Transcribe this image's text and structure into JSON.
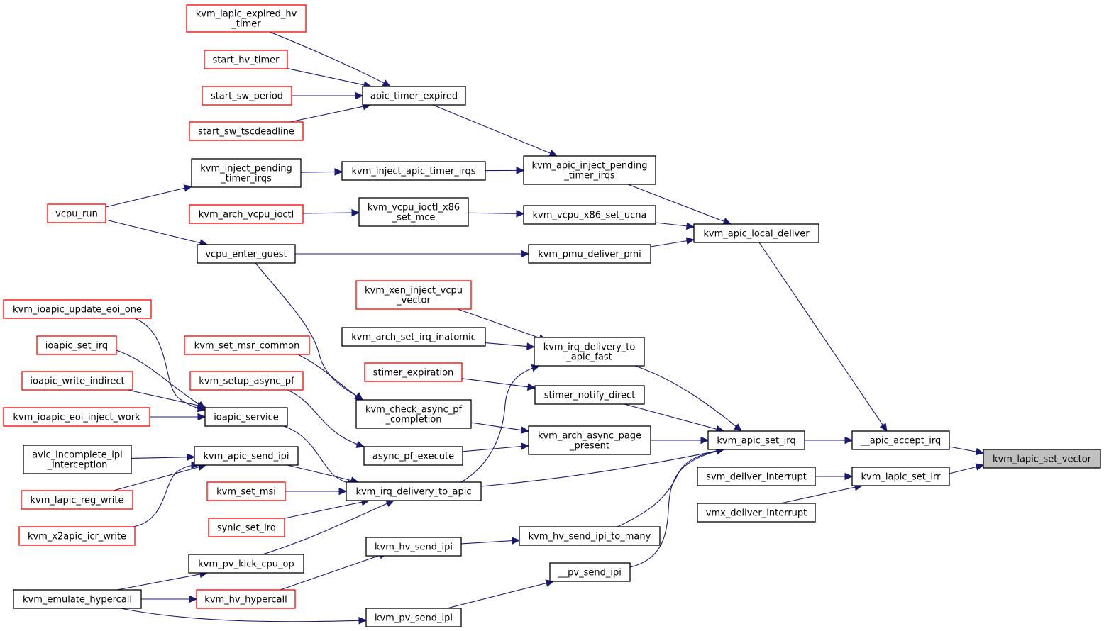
{
  "colors": {
    "edge": "#191970",
    "black_border": "#000000",
    "red_border": "#ff0000",
    "root_fill": "#bfbfbf"
  },
  "nodes": [
    {
      "id": "lapic_expired_hv",
      "lines": [
        "kvm_lapic_expired_hv",
        "_timer"
      ],
      "border": "red"
    },
    {
      "id": "start_hv_timer",
      "lines": [
        "start_hv_timer"
      ],
      "border": "red"
    },
    {
      "id": "start_sw_period",
      "lines": [
        "start_sw_period"
      ],
      "border": "red"
    },
    {
      "id": "start_sw_tscdeadline",
      "lines": [
        "start_sw_tscdeadline"
      ],
      "border": "red"
    },
    {
      "id": "apic_timer_expired",
      "lines": [
        "apic_timer_expired"
      ],
      "border": "black"
    },
    {
      "id": "inject_pending_timer_irqs",
      "lines": [
        "kvm_inject_pending",
        "_timer_irqs"
      ],
      "border": "black"
    },
    {
      "id": "inject_apic_timer_irqs",
      "lines": [
        "kvm_inject_apic_timer_irqs"
      ],
      "border": "black"
    },
    {
      "id": "apic_inject_pending",
      "lines": [
        "kvm_apic_inject_pending",
        "_timer_irqs"
      ],
      "border": "black"
    },
    {
      "id": "vcpu_run",
      "lines": [
        "vcpu_run"
      ],
      "border": "red"
    },
    {
      "id": "arch_vcpu_ioctl",
      "lines": [
        "kvm_arch_vcpu_ioctl"
      ],
      "border": "red"
    },
    {
      "id": "vcpu_ioctl_x86_set_mce",
      "lines": [
        "kvm_vcpu_ioctl_x86",
        "_set_mce"
      ],
      "border": "black"
    },
    {
      "id": "vcpu_x86_set_ucna",
      "lines": [
        "kvm_vcpu_x86_set_ucna"
      ],
      "border": "black"
    },
    {
      "id": "apic_local_deliver",
      "lines": [
        "kvm_apic_local_deliver"
      ],
      "border": "black"
    },
    {
      "id": "vcpu_enter_guest",
      "lines": [
        "vcpu_enter_guest"
      ],
      "border": "black"
    },
    {
      "id": "pmu_deliver_pmi",
      "lines": [
        "kvm_pmu_deliver_pmi"
      ],
      "border": "black"
    },
    {
      "id": "xen_inject_vcpu",
      "lines": [
        "kvm_xen_inject_vcpu",
        "_vector"
      ],
      "border": "red"
    },
    {
      "id": "ioapic_update_eoi_one",
      "lines": [
        "kvm_ioapic_update_eoi_one"
      ],
      "border": "red"
    },
    {
      "id": "arch_set_irq_inatomic",
      "lines": [
        "kvm_arch_set_irq_inatomic"
      ],
      "border": "black"
    },
    {
      "id": "irq_delivery_to_apic_fast",
      "lines": [
        "kvm_irq_delivery_to",
        "_apic_fast"
      ],
      "border": "black"
    },
    {
      "id": "ioapic_set_irq",
      "lines": [
        "ioapic_set_irq"
      ],
      "border": "red"
    },
    {
      "id": "set_msr_common",
      "lines": [
        "kvm_set_msr_common"
      ],
      "border": "red"
    },
    {
      "id": "stimer_expiration",
      "lines": [
        "stimer_expiration"
      ],
      "border": "red"
    },
    {
      "id": "ioapic_write_indirect",
      "lines": [
        "ioapic_write_indirect"
      ],
      "border": "red"
    },
    {
      "id": "setup_async_pf",
      "lines": [
        "kvm_setup_async_pf"
      ],
      "border": "red"
    },
    {
      "id": "stimer_notify_direct",
      "lines": [
        "stimer_notify_direct"
      ],
      "border": "black"
    },
    {
      "id": "check_async_pf_completion",
      "lines": [
        "kvm_check_async_pf",
        "_completion"
      ],
      "border": "black"
    },
    {
      "id": "ioapic_eoi_inject_work",
      "lines": [
        "kvm_ioapic_eoi_inject_work"
      ],
      "border": "red"
    },
    {
      "id": "ioapic_service",
      "lines": [
        "ioapic_service"
      ],
      "border": "black"
    },
    {
      "id": "arch_async_page_present",
      "lines": [
        "kvm_arch_async_page",
        "_present"
      ],
      "border": "black"
    },
    {
      "id": "apic_set_irq",
      "lines": [
        "kvm_apic_set_irq"
      ],
      "border": "black"
    },
    {
      "id": "apic_accept_irq",
      "lines": [
        "__apic_accept_irq"
      ],
      "border": "black"
    },
    {
      "id": "lapic_set_vector",
      "lines": [
        "kvm_lapic_set_vector"
      ],
      "border": "root"
    },
    {
      "id": "async_pf_execute",
      "lines": [
        "async_pf_execute"
      ],
      "border": "black"
    },
    {
      "id": "avic_incomplete_ipi",
      "lines": [
        "avic_incomplete_ipi",
        "_interception"
      ],
      "border": "black"
    },
    {
      "id": "apic_send_ipi",
      "lines": [
        "kvm_apic_send_ipi"
      ],
      "border": "black"
    },
    {
      "id": "svm_deliver_interrupt",
      "lines": [
        "svm_deliver_interrupt"
      ],
      "border": "black"
    },
    {
      "id": "lapic_set_irr",
      "lines": [
        "kvm_lapic_set_irr"
      ],
      "border": "black"
    },
    {
      "id": "set_msi",
      "lines": [
        "kvm_set_msi"
      ],
      "border": "red"
    },
    {
      "id": "irq_delivery_to_apic",
      "lines": [
        "kvm_irq_delivery_to_apic"
      ],
      "border": "black"
    },
    {
      "id": "lapic_reg_write",
      "lines": [
        "kvm_lapic_reg_write"
      ],
      "border": "red"
    },
    {
      "id": "vmx_deliver_interrupt",
      "lines": [
        "vmx_deliver_interrupt"
      ],
      "border": "black"
    },
    {
      "id": "synic_set_irq",
      "lines": [
        "synic_set_irq"
      ],
      "border": "red"
    },
    {
      "id": "x2apic_icr_write",
      "lines": [
        "kvm_x2apic_icr_write"
      ],
      "border": "red"
    },
    {
      "id": "hv_send_ipi_to_many",
      "lines": [
        "kvm_hv_send_ipi_to_many"
      ],
      "border": "black"
    },
    {
      "id": "hv_send_ipi",
      "lines": [
        "kvm_hv_send_ipi"
      ],
      "border": "black"
    },
    {
      "id": "pv_kick_cpu_op",
      "lines": [
        "kvm_pv_kick_cpu_op"
      ],
      "border": "black"
    },
    {
      "id": "pv_send_ipi_internal",
      "lines": [
        "__pv_send_ipi"
      ],
      "border": "black"
    },
    {
      "id": "emulate_hypercall",
      "lines": [
        "kvm_emulate_hypercall"
      ],
      "border": "black"
    },
    {
      "id": "hv_hypercall",
      "lines": [
        "kvm_hv_hypercall"
      ],
      "border": "red"
    },
    {
      "id": "pv_send_ipi",
      "lines": [
        "kvm_pv_send_ipi"
      ],
      "border": "black"
    }
  ],
  "edges": [
    [
      "lapic_expired_hv",
      "apic_timer_expired"
    ],
    [
      "start_hv_timer",
      "apic_timer_expired"
    ],
    [
      "start_sw_period",
      "apic_timer_expired"
    ],
    [
      "start_sw_tscdeadline",
      "apic_timer_expired"
    ],
    [
      "apic_timer_expired",
      "apic_inject_pending"
    ],
    [
      "vcpu_run",
      "inject_pending_timer_irqs"
    ],
    [
      "inject_pending_timer_irqs",
      "inject_apic_timer_irqs"
    ],
    [
      "inject_apic_timer_irqs",
      "apic_inject_pending"
    ],
    [
      "apic_inject_pending",
      "apic_local_deliver"
    ],
    [
      "arch_vcpu_ioctl",
      "vcpu_ioctl_x86_set_mce"
    ],
    [
      "vcpu_ioctl_x86_set_mce",
      "vcpu_x86_set_ucna"
    ],
    [
      "vcpu_x86_set_ucna",
      "apic_local_deliver"
    ],
    [
      "vcpu_run",
      "vcpu_enter_guest"
    ],
    [
      "vcpu_enter_guest",
      "pmu_deliver_pmi"
    ],
    [
      "pmu_deliver_pmi",
      "apic_local_deliver"
    ],
    [
      "apic_local_deliver",
      "apic_accept_irq"
    ],
    [
      "vcpu_enter_guest",
      "check_async_pf_completion"
    ],
    [
      "xen_inject_vcpu",
      "irq_delivery_to_apic_fast"
    ],
    [
      "arch_set_irq_inatomic",
      "irq_delivery_to_apic_fast"
    ],
    [
      "irq_delivery_to_apic_fast",
      "apic_set_irq"
    ],
    [
      "stimer_expiration",
      "stimer_notify_direct"
    ],
    [
      "stimer_notify_direct",
      "apic_set_irq"
    ],
    [
      "set_msr_common",
      "check_async_pf_completion"
    ],
    [
      "check_async_pf_completion",
      "arch_async_page_present"
    ],
    [
      "setup_async_pf",
      "async_pf_execute"
    ],
    [
      "async_pf_execute",
      "arch_async_page_present"
    ],
    [
      "arch_async_page_present",
      "apic_set_irq"
    ],
    [
      "ioapic_update_eoi_one",
      "ioapic_service"
    ],
    [
      "ioapic_set_irq",
      "ioapic_service"
    ],
    [
      "ioapic_write_indirect",
      "ioapic_service"
    ],
    [
      "ioapic_eoi_inject_work",
      "ioapic_service"
    ],
    [
      "ioapic_service",
      "irq_delivery_to_apic"
    ],
    [
      "avic_incomplete_ipi",
      "apic_send_ipi"
    ],
    [
      "lapic_reg_write",
      "apic_send_ipi"
    ],
    [
      "x2apic_icr_write",
      "apic_send_ipi"
    ],
    [
      "apic_send_ipi",
      "irq_delivery_to_apic"
    ],
    [
      "set_msi",
      "irq_delivery_to_apic"
    ],
    [
      "synic_set_irq",
      "irq_delivery_to_apic"
    ],
    [
      "pv_kick_cpu_op",
      "irq_delivery_to_apic"
    ],
    [
      "irq_delivery_to_apic",
      "irq_delivery_to_apic_fast"
    ],
    [
      "irq_delivery_to_apic",
      "apic_set_irq"
    ],
    [
      "hv_send_ipi",
      "hv_send_ipi_to_many"
    ],
    [
      "hv_send_ipi_to_many",
      "apic_set_irq"
    ],
    [
      "pv_send_ipi_internal",
      "apic_set_irq"
    ],
    [
      "emulate_hypercall",
      "pv_kick_cpu_op"
    ],
    [
      "emulate_hypercall",
      "hv_hypercall"
    ],
    [
      "hv_hypercall",
      "hv_send_ipi"
    ],
    [
      "emulate_hypercall",
      "pv_send_ipi"
    ],
    [
      "pv_send_ipi",
      "pv_send_ipi_internal"
    ],
    [
      "apic_set_irq",
      "apic_accept_irq"
    ],
    [
      "apic_accept_irq",
      "lapic_set_vector"
    ],
    [
      "svm_deliver_interrupt",
      "lapic_set_irr"
    ],
    [
      "vmx_deliver_interrupt",
      "lapic_set_irr"
    ],
    [
      "lapic_set_irr",
      "lapic_set_vector"
    ]
  ]
}
